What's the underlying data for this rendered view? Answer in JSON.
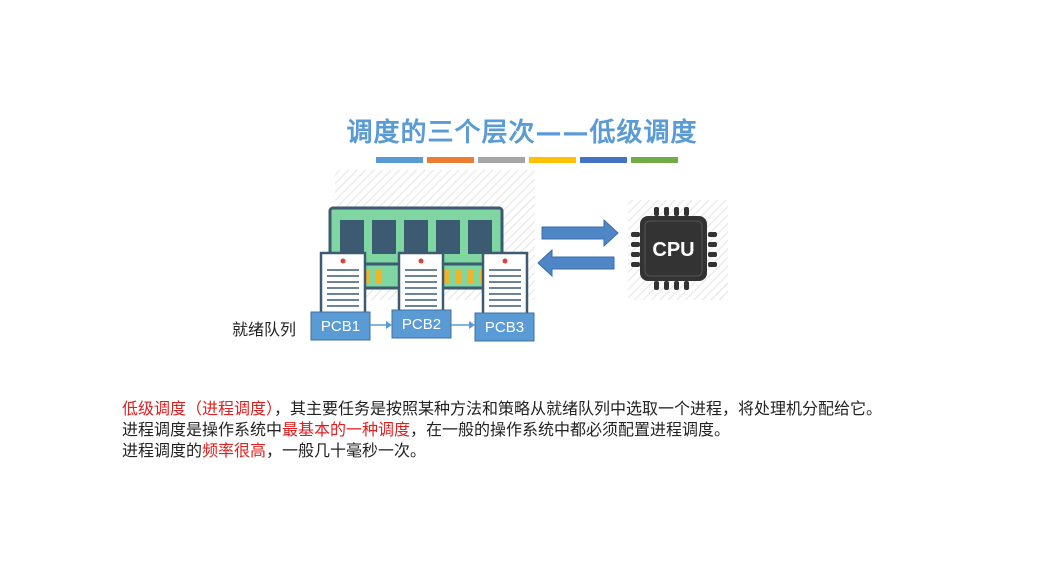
{
  "title": "调度的三个层次——低级调度",
  "accent_bars": [
    "#5b9bd5",
    "#ed7d31",
    "#a5a5a5",
    "#ffc000",
    "#4472c4",
    "#70ad47"
  ],
  "diagram": {
    "ready_queue_label": "就绪队列",
    "pcbs": [
      "PCB1",
      "PCB2",
      "PCB3"
    ],
    "cpu_label": "CPU",
    "colors": {
      "pcb_box": "#5b9bd5",
      "arrow": "#4f86c6",
      "ram_board": "#7fd6a0",
      "chip": "#333333"
    }
  },
  "paragraph": {
    "line1_red": "低级调度（进程调度）",
    "line1_rest": "，其主要任务是按照某种方法和策略从就绪队列中选取一个进程，将处理机分配给它。",
    "line2_pre": "进程调度是操作系统中",
    "line2_red": "最基本的一种调度",
    "line2_post": "，在一般的操作系统中都必须配置进程调度。",
    "line3_pre": "进程调度的",
    "line3_red": "频率很高",
    "line3_post": "，一般几十毫秒一次。"
  }
}
